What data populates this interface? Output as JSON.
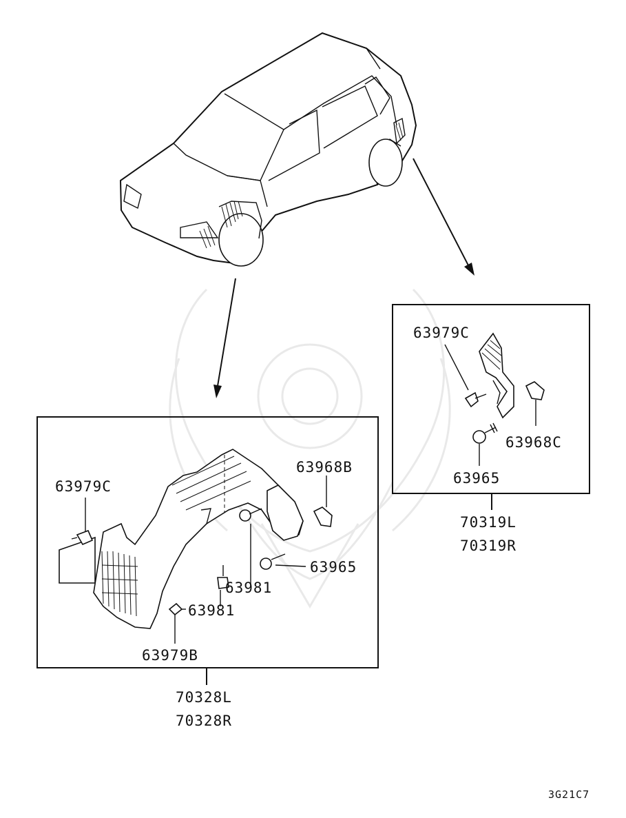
{
  "callouts": {
    "front_clip_top": "63979C",
    "front_clip_bottom": "63979B",
    "front_nut_b": "63968B",
    "front_bolt_inner": "63981",
    "front_bolt_outer": "63981",
    "front_screw": "63965",
    "rear_clip": "63979C",
    "rear_nut_c": "63968C",
    "rear_screw": "63965"
  },
  "assemblies": {
    "front_left": "70328L",
    "front_right": "70328R",
    "rear_left": "70319L",
    "rear_right": "70319R"
  },
  "diagram_code": "3G21C7"
}
